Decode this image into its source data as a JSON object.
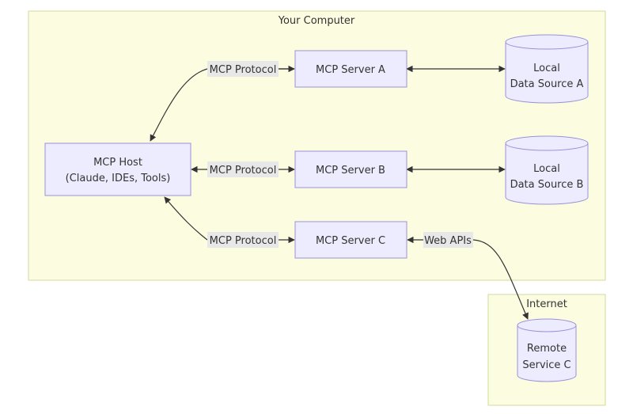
{
  "subgraphs": {
    "your_computer": {
      "title": "Your Computer"
    },
    "internet": {
      "title": "Internet"
    }
  },
  "nodes": {
    "host": {
      "line1": "MCP Host",
      "line2": "(Claude, IDEs, Tools)"
    },
    "server_a": {
      "label": "MCP Server A"
    },
    "server_b": {
      "label": "MCP Server B"
    },
    "server_c": {
      "label": "MCP Server C"
    },
    "source_a": {
      "line1": "Local",
      "line2": "Data Source A"
    },
    "source_b": {
      "line1": "Local",
      "line2": "Data Source B"
    },
    "remote_c": {
      "line1": "Remote",
      "line2": "Service C"
    }
  },
  "edge_labels": {
    "host_a": "MCP Protocol",
    "host_b": "MCP Protocol",
    "host_c": "MCP Protocol",
    "c_remote": "Web APIs"
  },
  "colors": {
    "subgraph_fill": "#fbfce0",
    "subgraph_stroke": "#d6da9e",
    "node_fill": "#ececfe",
    "node_stroke": "#9b91d9",
    "edge": "#333333",
    "label_bg": "#e8e8e8"
  }
}
